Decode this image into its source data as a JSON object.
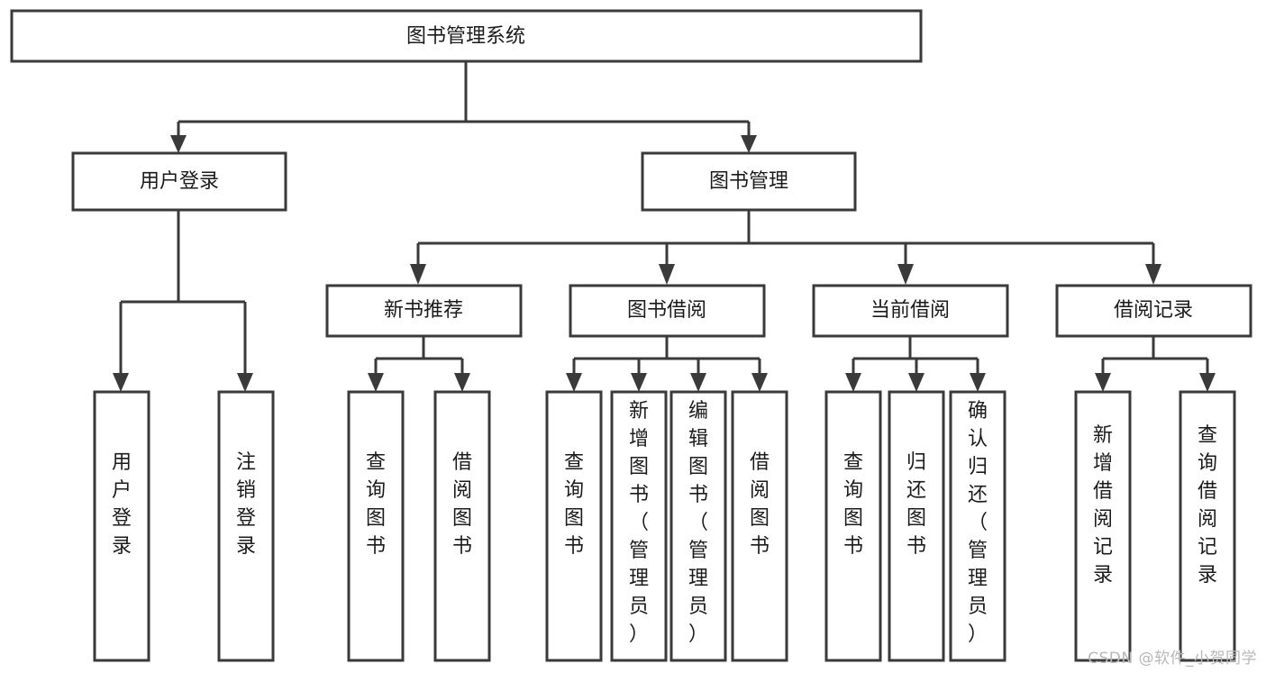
{
  "diagram": {
    "type": "tree",
    "title": "图书管理系统",
    "watermark": "CSDN @软件_小贺同学",
    "levels": {
      "level1": [
        {
          "id": "root",
          "label": "图书管理系统"
        }
      ],
      "level2": [
        {
          "id": "user-login",
          "label": "用户登录",
          "parent": "root"
        },
        {
          "id": "book-manage",
          "label": "图书管理",
          "parent": "root"
        }
      ],
      "level3": [
        {
          "id": "new-book-rec",
          "label": "新书推荐",
          "parent": "book-manage"
        },
        {
          "id": "book-borrow",
          "label": "图书借阅",
          "parent": "book-manage"
        },
        {
          "id": "current-borrow",
          "label": "当前借阅",
          "parent": "book-manage"
        },
        {
          "id": "borrow-record",
          "label": "借阅记录",
          "parent": "book-manage"
        }
      ],
      "leaves": [
        {
          "id": "leaf-user-login",
          "label": "用户登录",
          "parent": "user-login"
        },
        {
          "id": "leaf-logout",
          "label": "注销登录",
          "parent": "user-login"
        },
        {
          "id": "leaf-query-book-1",
          "label": "查询图书",
          "parent": "new-book-rec"
        },
        {
          "id": "leaf-borrow-book-1",
          "label": "借阅图书",
          "parent": "new-book-rec"
        },
        {
          "id": "leaf-query-book-2",
          "label": "查询图书",
          "parent": "book-borrow"
        },
        {
          "id": "leaf-add-book",
          "label": "新增图书（管理员）",
          "parent": "book-borrow"
        },
        {
          "id": "leaf-edit-book",
          "label": "编辑图书（管理员）",
          "parent": "book-borrow"
        },
        {
          "id": "leaf-borrow-book-2",
          "label": "借阅图书",
          "parent": "book-borrow"
        },
        {
          "id": "leaf-query-book-3",
          "label": "查询图书",
          "parent": "current-borrow"
        },
        {
          "id": "leaf-return-book",
          "label": "归还图书",
          "parent": "current-borrow"
        },
        {
          "id": "leaf-confirm-return",
          "label": "确认归还（管理员）",
          "parent": "current-borrow"
        },
        {
          "id": "leaf-add-record",
          "label": "新增借阅记录",
          "parent": "borrow-record"
        },
        {
          "id": "leaf-query-record",
          "label": "查询借阅记录",
          "parent": "borrow-record"
        }
      ]
    },
    "colors": {
      "box_stroke": "#3a3a3a",
      "box_fill": "#ffffff",
      "connector": "#3a3a3a",
      "text": "#1b1b1b",
      "watermark": "#b8b8b8",
      "background": "#ffffff"
    }
  }
}
